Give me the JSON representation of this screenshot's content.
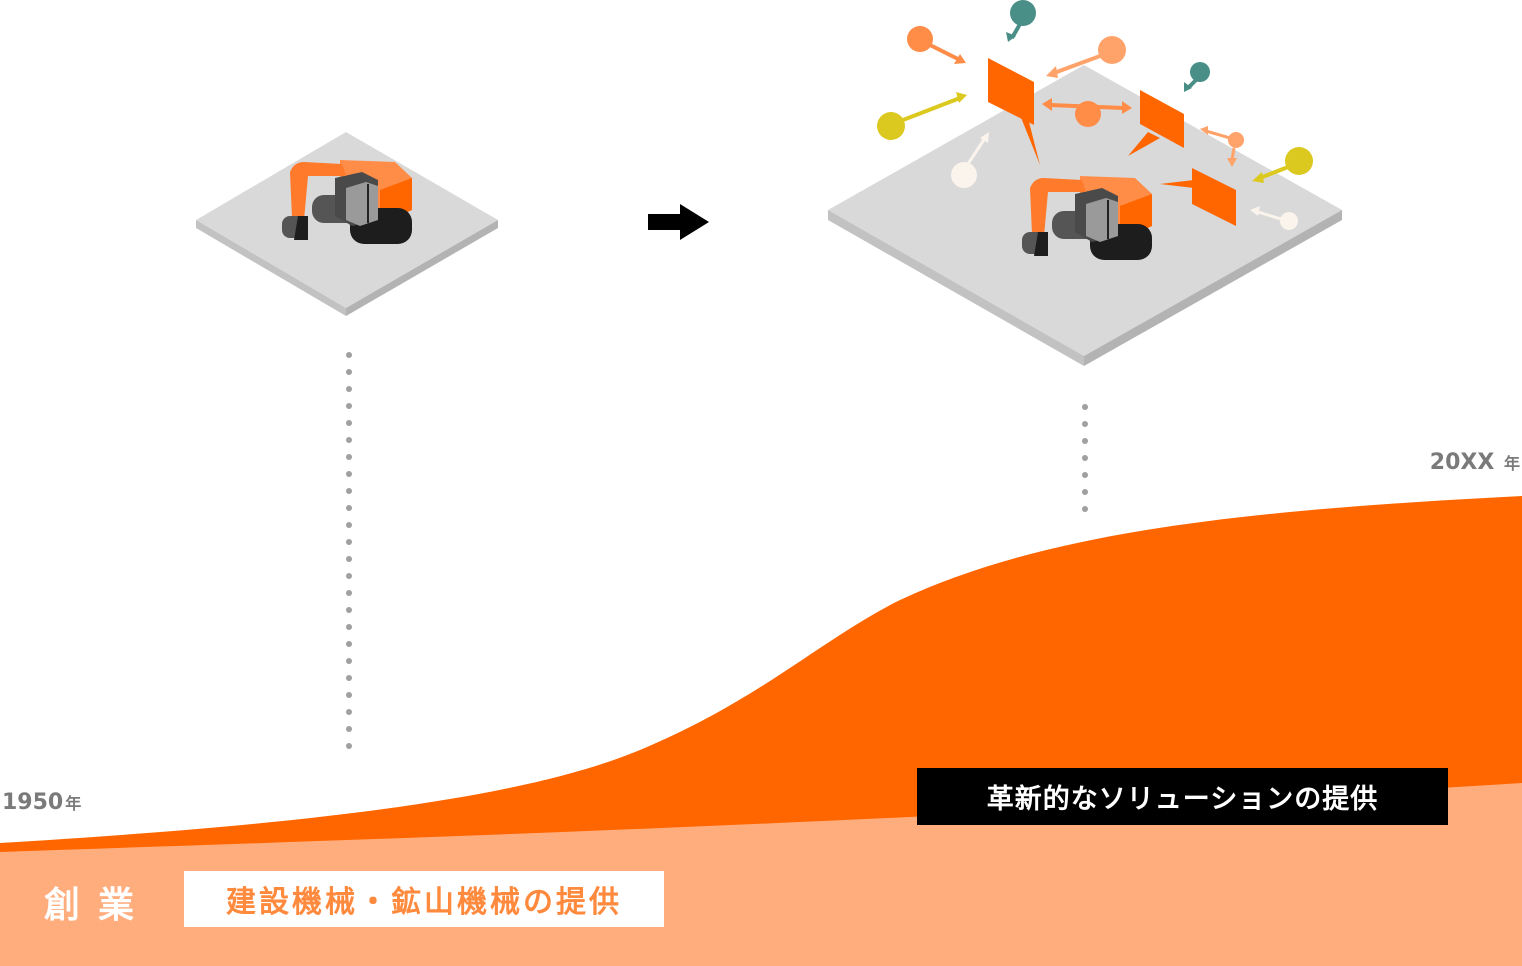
{
  "timeline": {
    "start_year": "1950",
    "start_unit": "年",
    "end_year": "20XX",
    "end_unit": "年"
  },
  "labels": {
    "founding": "創業",
    "past_service": "建設機械・鉱山機械の提供",
    "future_service": "革新的なソリューションの提供"
  },
  "arrow_icon": "right-arrow-icon",
  "colors": {
    "growth_orange": "#ff6600",
    "base_peach": "#ffad7d",
    "platform_gray": "#d9d9d9",
    "platform_edge": "#b3b3b3",
    "excavator_orange": "#ff7a2a",
    "excavator_cab": "#4a4a4a",
    "teal_node": "#4a8f87",
    "yellow_node": "#dcc91f",
    "peach_node": "#ffa36b",
    "cream_node": "#fbf4ec",
    "label_text_past": "#ff8a3d",
    "label_box_future": "#000000",
    "year_text": "#7a7a7a"
  }
}
